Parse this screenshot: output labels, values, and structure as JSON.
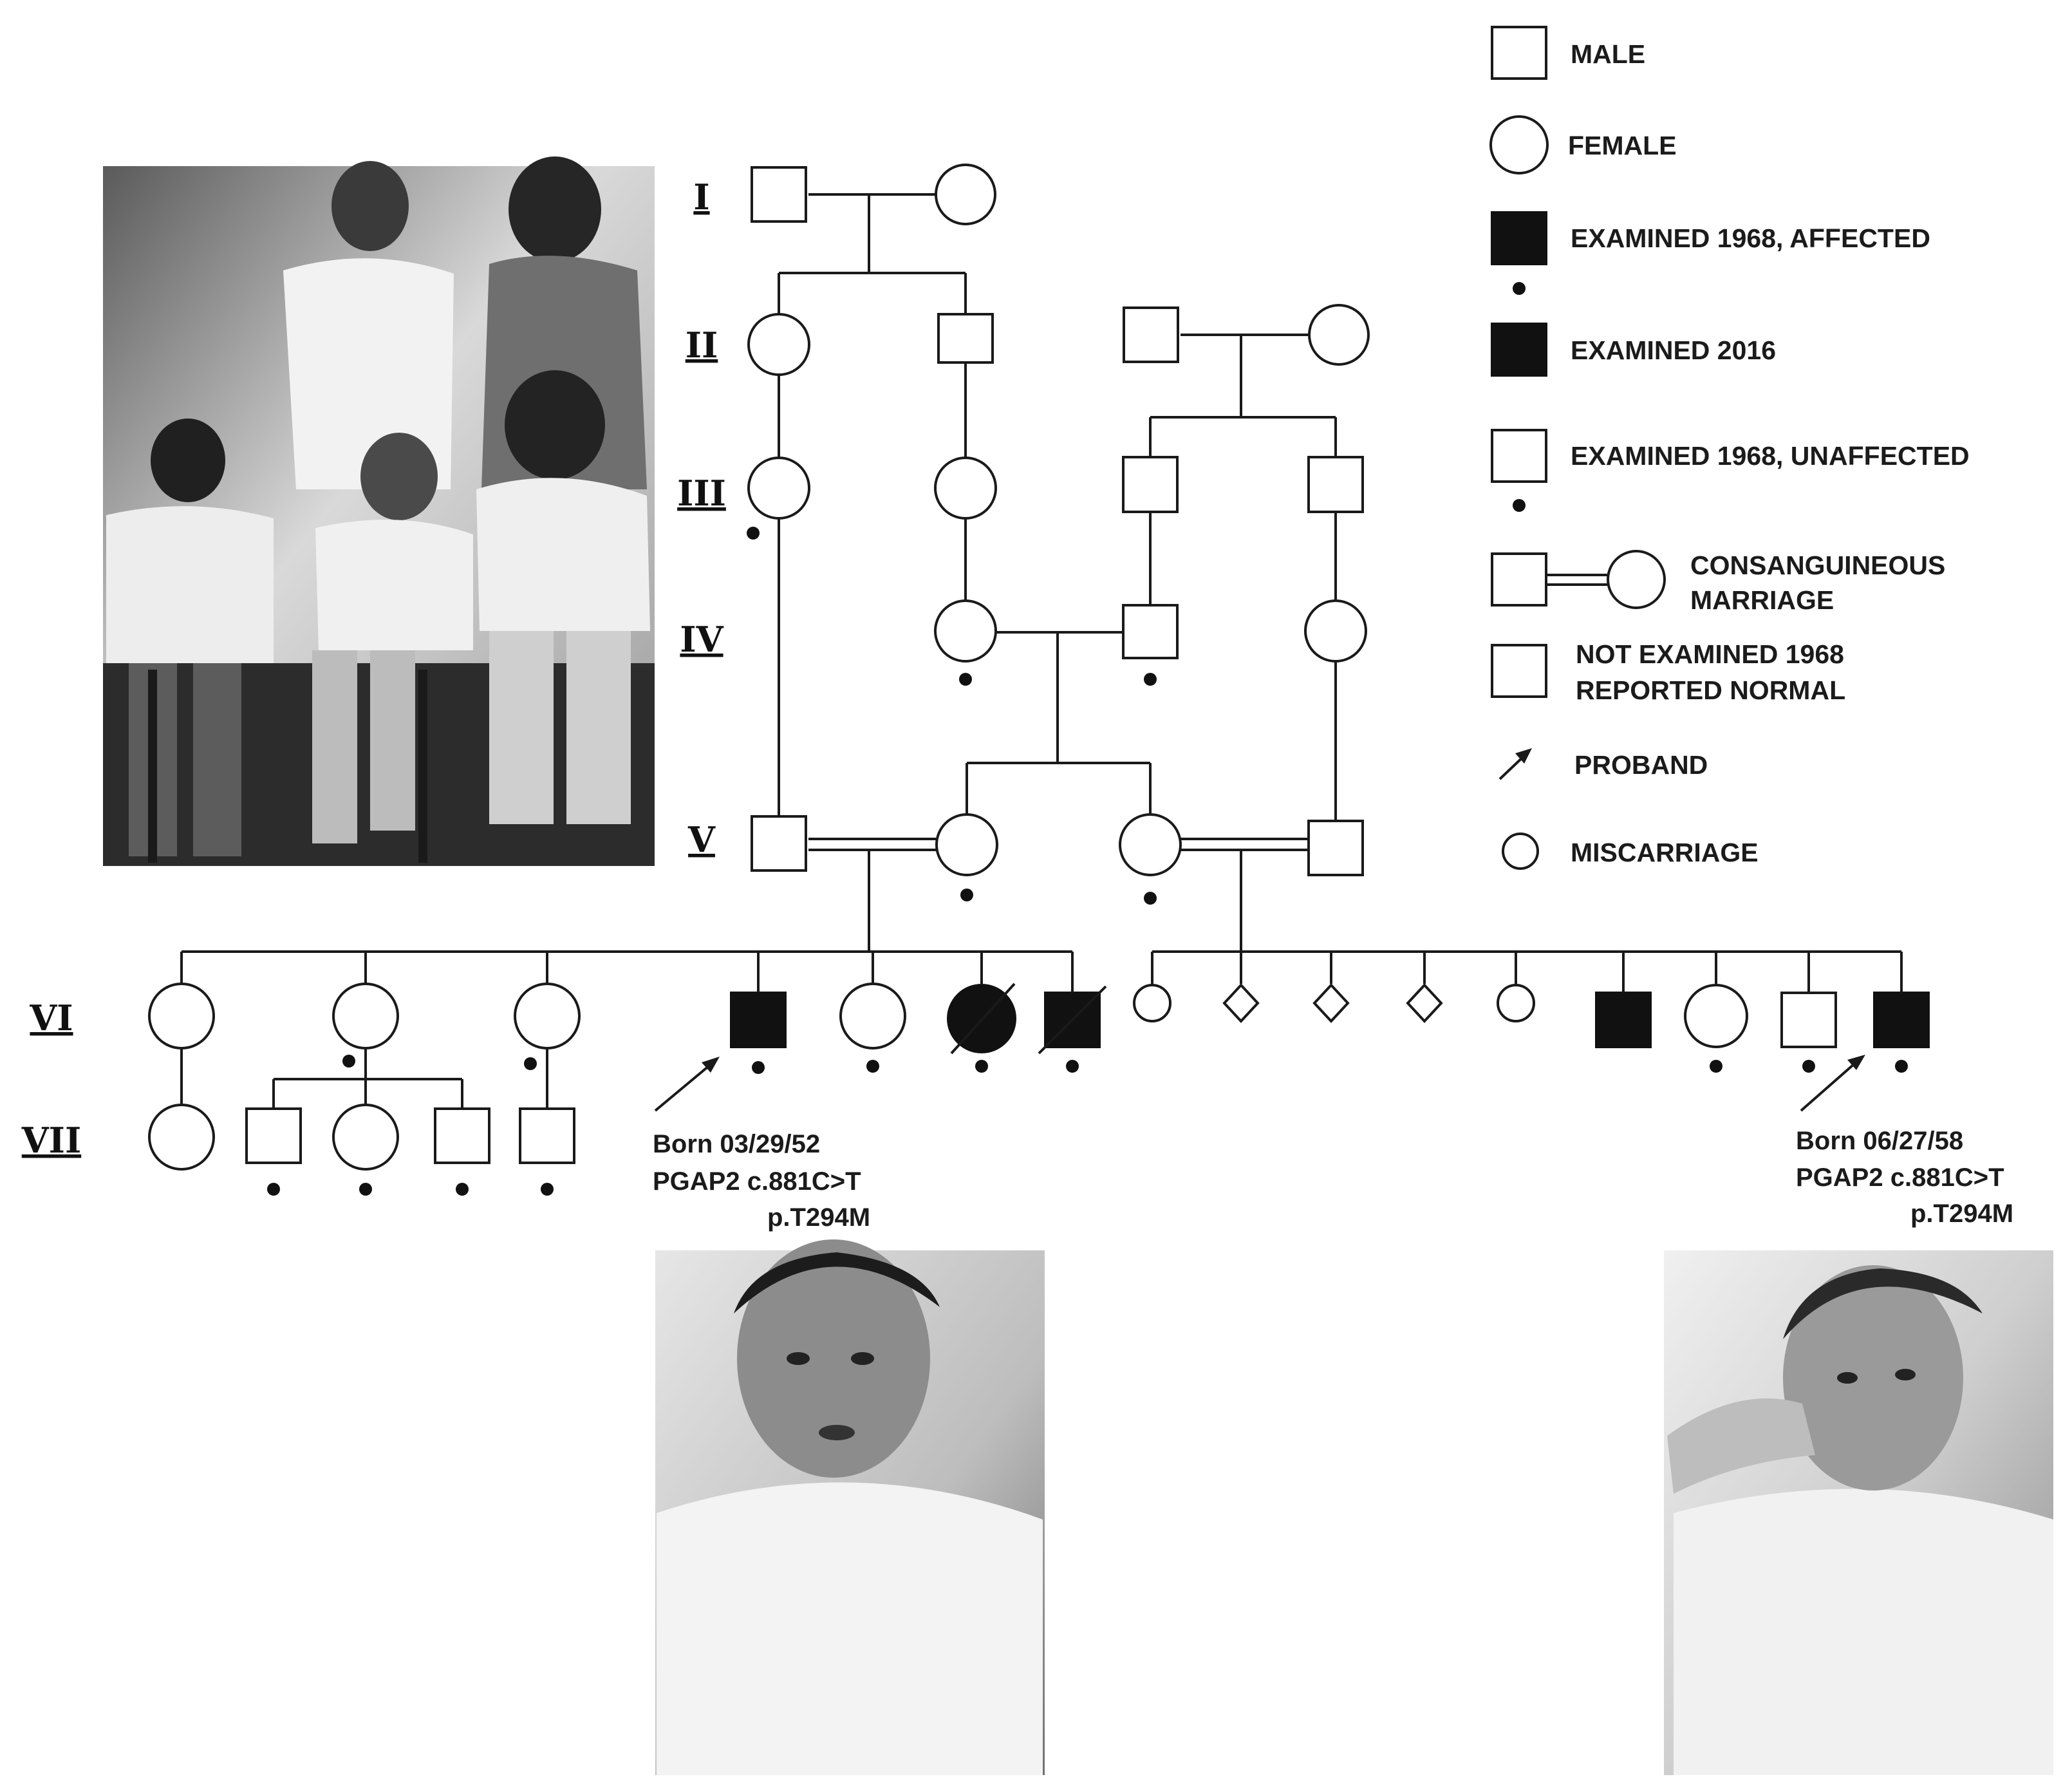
{
  "generations": [
    "I",
    "II",
    "III",
    "IV",
    "V",
    "VI",
    "VII"
  ],
  "legend": [
    {
      "symbol": "male",
      "label": "MALE"
    },
    {
      "symbol": "female",
      "label": "FEMALE"
    },
    {
      "symbol": "affected-dot",
      "label": "EXAMINED 1968, AFFECTED"
    },
    {
      "symbol": "affected",
      "label": "EXAMINED 2016"
    },
    {
      "symbol": "unaffected-dot",
      "label": "EXAMINED 1968, UNAFFECTED"
    },
    {
      "symbol": "consanguineous",
      "label_lines": [
        "CONSANGUINEOUS",
        "MARRIAGE"
      ]
    },
    {
      "symbol": "not-examined",
      "label_lines": [
        "NOT EXAMINED 1968",
        "REPORTED NORMAL"
      ]
    },
    {
      "symbol": "proband-arrow",
      "label": "PROBAND"
    },
    {
      "symbol": "miscarriage",
      "label": "MISCARRIAGE"
    }
  ],
  "probands": [
    {
      "born": "Born  03/29/52",
      "gene": "PGAP2 c.881C>T",
      "protein": "p.T294M"
    },
    {
      "born": "Born  06/27/58",
      "gene": "PGAP2 c.881C>T",
      "protein": "p.T294M"
    }
  ],
  "photos": [
    {
      "name": "family-photo"
    },
    {
      "name": "proband-1-photo"
    },
    {
      "name": "proband-2-photo"
    }
  ],
  "colors": {
    "ink": "#111111",
    "paper": "#ffffff",
    "photo_dark": "#2a2a2a",
    "photo_light": "#d8d8d8"
  }
}
